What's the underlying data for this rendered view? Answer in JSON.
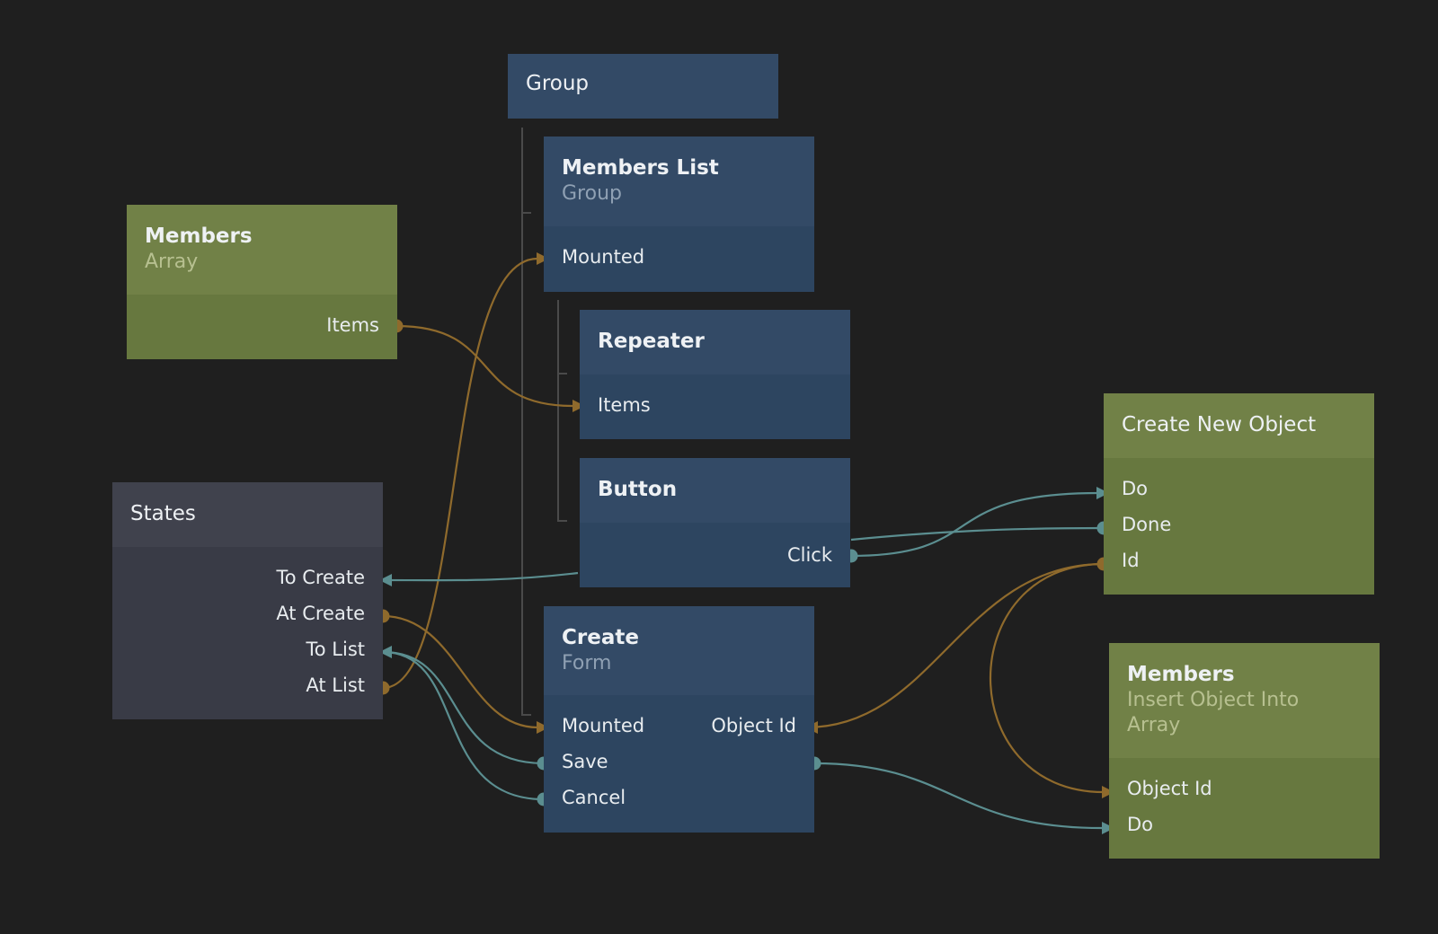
{
  "nodes": {
    "group": {
      "title": "Group"
    },
    "members_list": {
      "title": "Members List",
      "subtitle": "Group",
      "ports": {
        "mounted": "Mounted"
      }
    },
    "members_array": {
      "title": "Members",
      "subtitle": "Array",
      "ports": {
        "items": "Items"
      }
    },
    "repeater": {
      "title": "Repeater",
      "ports": {
        "items": "Items"
      }
    },
    "button": {
      "title": "Button",
      "ports": {
        "click": "Click"
      }
    },
    "states": {
      "title": "States",
      "ports": {
        "to_create": "To Create",
        "at_create": "At Create",
        "to_list": "To List",
        "at_list": "At List"
      }
    },
    "create_form": {
      "title": "Create",
      "subtitle": "Form",
      "ports": {
        "mounted": "Mounted",
        "object_id": "Object Id",
        "save": "Save",
        "cancel": "Cancel"
      }
    },
    "create_new_object": {
      "title": "Create New Object",
      "ports": {
        "do": "Do",
        "done": "Done",
        "id": "Id"
      }
    },
    "members_insert": {
      "title": "Members",
      "subtitle": "Insert Object Into Array",
      "ports": {
        "object_id": "Object Id",
        "do": "Do"
      }
    }
  },
  "colors": {
    "background": "#1f1f1f",
    "visual_node": "#334a66",
    "data_node": "#718147",
    "logic_node": "#40424d",
    "data_wire": "#8f6a2c",
    "signal_wire": "#5b8e90",
    "hierarchy_line": "#4a4a4a"
  }
}
